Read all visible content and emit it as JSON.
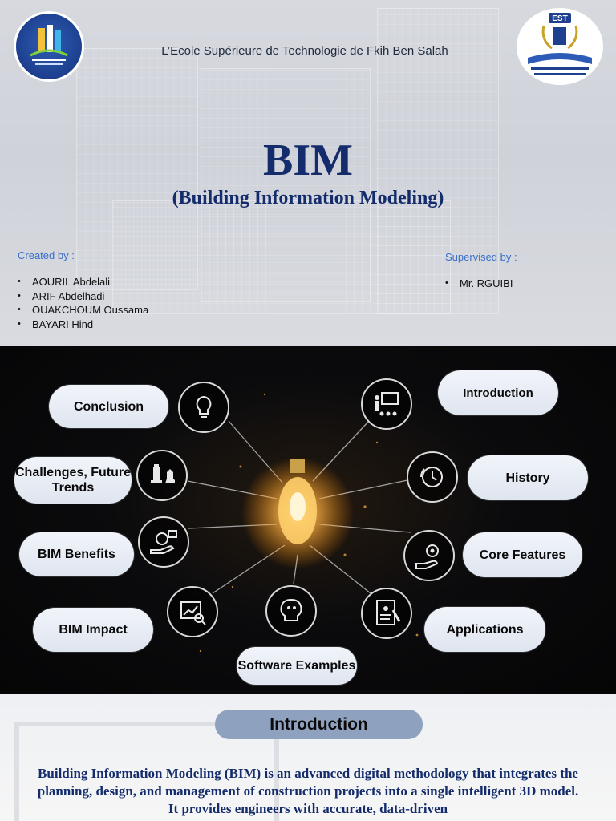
{
  "title_slide": {
    "school_name": "L’Ecole Supérieure de Technologie de Fkih Ben Salah",
    "title": "BIM",
    "subtitle": "(Building Information Modeling)",
    "created_by_label": "Created by :",
    "authors": [
      "AOURIL Abdelali",
      "ARIF Abdelhadi",
      "OUAKCHOUM Oussama",
      "BAYARI Hind"
    ],
    "supervised_by_label": "Supervised by :",
    "supervisors": [
      "Mr. RGUIBI"
    ],
    "right_logo_text": "EST"
  },
  "roadmap": {
    "items": {
      "conclusion": "Conclusion",
      "introduction": "Introduction",
      "challenges": "Challenges, Future Trends",
      "history": "History",
      "benefits": "BIM Benefits",
      "core_features": "Core Features",
      "impact": "BIM Impact",
      "applications": "Applications",
      "software": "Software Examples"
    },
    "icons": [
      "lightbulb-icon",
      "presentation-icon",
      "chess-icon",
      "history-icon",
      "benefits-icon",
      "gears-icon",
      "analytics-icon",
      "brain-icon",
      "document-icon"
    ]
  },
  "intro": {
    "heading": "Introduction",
    "text": "Building Information Modeling (BIM) is an advanced digital methodology that integrates the planning, design, and management of construction projects into a single intelligent 3D model. It provides engineers with accurate, data-driven"
  },
  "colors": {
    "title_blue": "#142c6b",
    "label_blue": "#3a6fc8",
    "pill": "#e9edf4",
    "intro_heading_bg": "#8ea2bf"
  }
}
